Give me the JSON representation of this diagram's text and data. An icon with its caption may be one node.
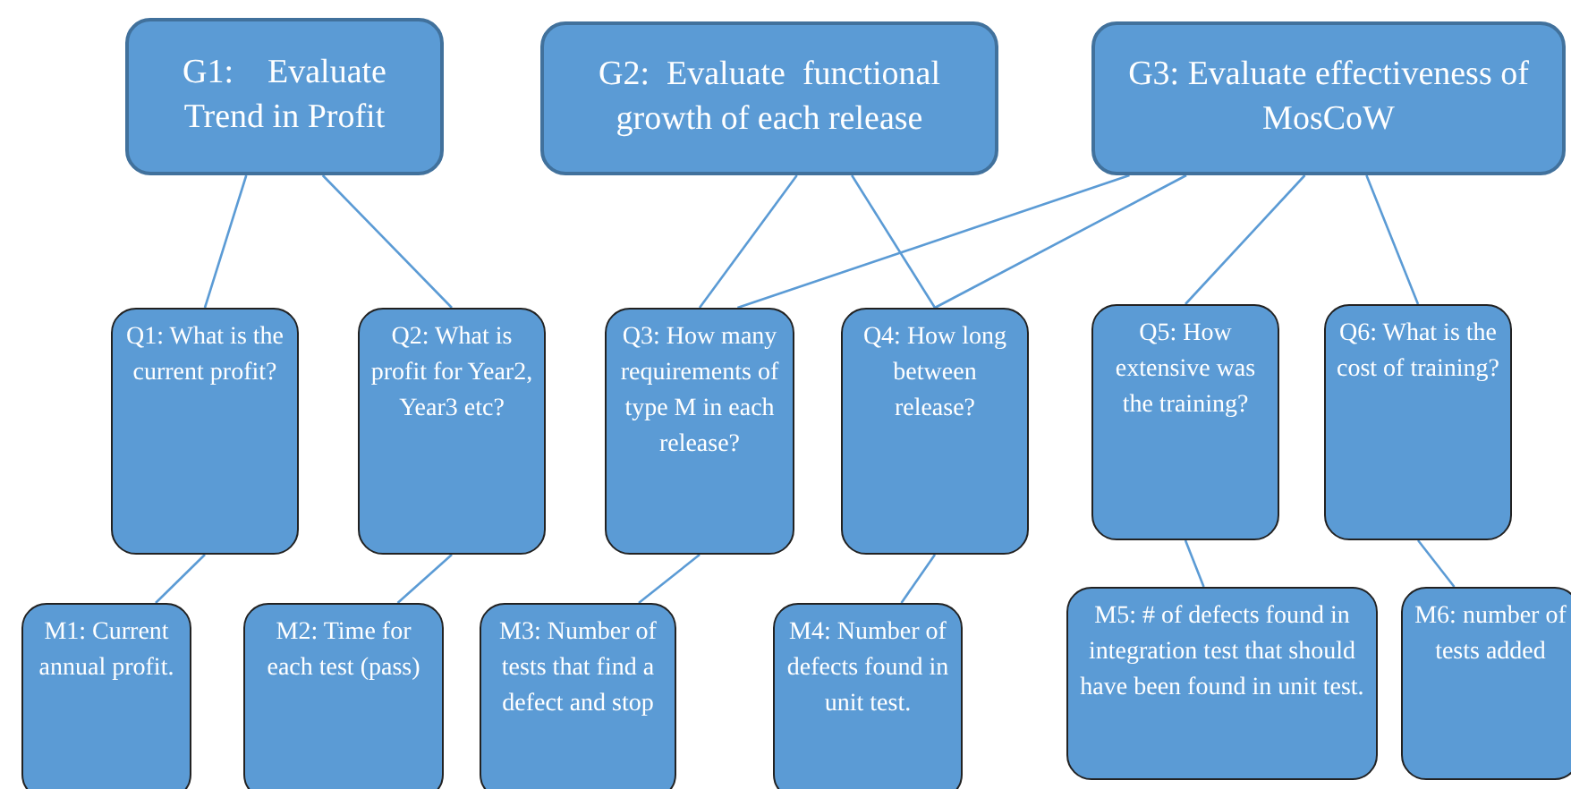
{
  "diagram": {
    "nodes": [
      {
        "text": [
          "G1:    Evaluate Trend in Profit"
        ]
      },
      {
        "text": [
          "G2:  Evaluate  functional growth of each release"
        ]
      },
      {
        "text": [
          "G3: Evaluate effectiveness of MosCoW"
        ]
      },
      {
        "text": [
          "Q1: What is the current profit?"
        ]
      },
      {
        "text": [
          "Q2: What is profit for Year2, Year3 etc?"
        ]
      },
      {
        "text": [
          "Q3: How many requirements of type M in each release?"
        ]
      },
      {
        "text": [
          "Q4: How long between release?"
        ]
      },
      {
        "text": [
          "Q5: How extensive was the training?"
        ]
      },
      {
        "text": [
          "Q6: What is the cost of training?"
        ]
      },
      {
        "text": [
          "M1: Current annual profit."
        ]
      },
      {
        "text": [
          "M2: Time for each test (pass)"
        ]
      },
      {
        "text": [
          "M3: Number of tests that find a defect and stop"
        ]
      },
      {
        "text": [
          "M4: Number of defects found in unit test."
        ]
      },
      {
        "text": [
          "M5: # of defects found in integration test that should have been found in unit test."
        ]
      },
      {
        "text": [
          "M6: number of tests added"
        ]
      }
    ],
    "edges": [
      {
        "from": 0,
        "to": 3,
        "arrow": "none"
      },
      {
        "from": 0,
        "to": 4,
        "arrow": "none"
      },
      {
        "from": 1,
        "to": 5,
        "arrow": "none"
      },
      {
        "from": 1,
        "to": 6,
        "arrow": "none"
      },
      {
        "from": 2,
        "to": 5,
        "arrow": "none"
      },
      {
        "from": 2,
        "to": 6,
        "arrow": "none"
      },
      {
        "from": 2,
        "to": 7,
        "arrow": "none"
      },
      {
        "from": 2,
        "to": 8,
        "arrow": "none"
      },
      {
        "from": 3,
        "to": 9,
        "arrow": "none"
      },
      {
        "from": 4,
        "to": 10,
        "arrow": "none"
      },
      {
        "from": 5,
        "to": 11,
        "arrow": "none"
      },
      {
        "from": 6,
        "to": 12,
        "arrow": "none"
      },
      {
        "from": 7,
        "to": 13,
        "arrow": "none"
      },
      {
        "from": 8,
        "to": 14,
        "arrow": "none"
      }
    ]
  }
}
